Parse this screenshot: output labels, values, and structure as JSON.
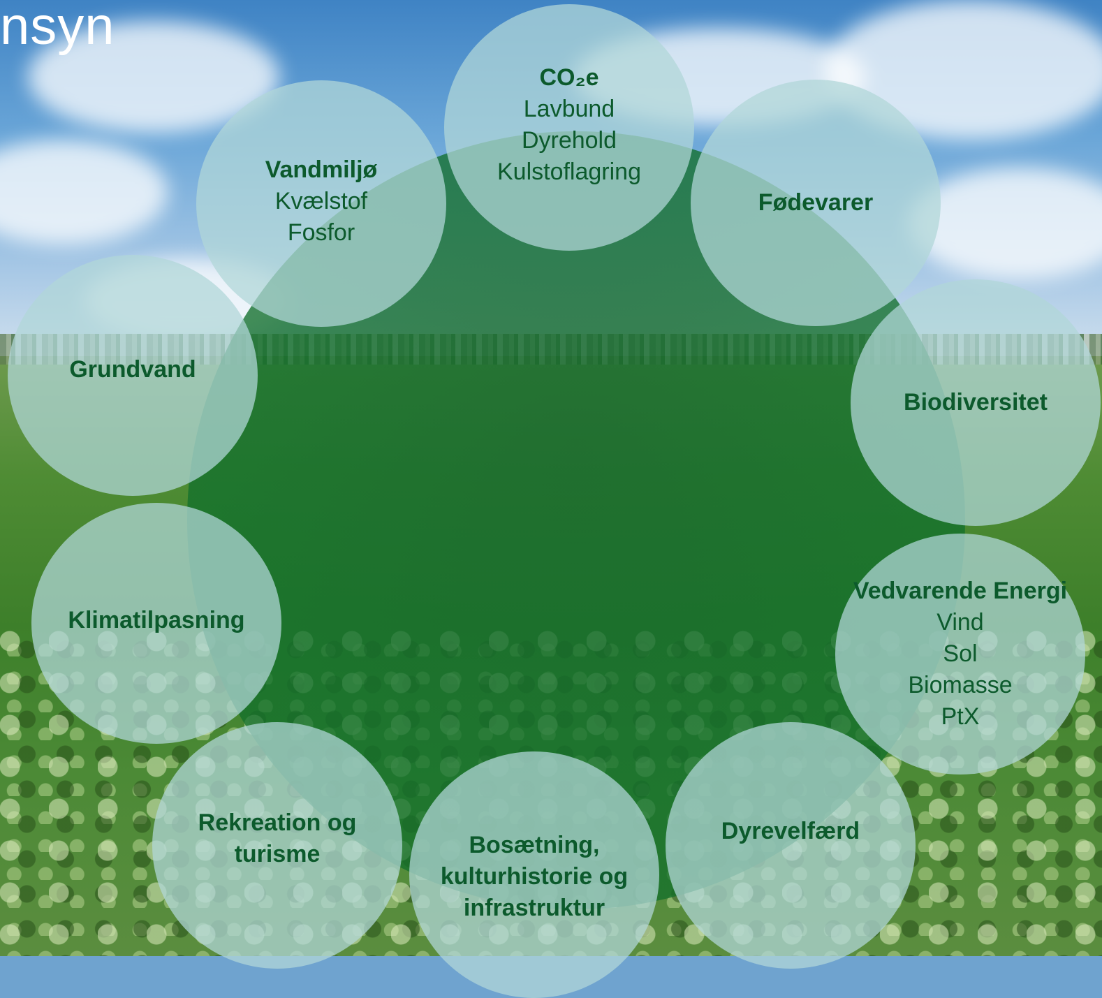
{
  "title_fragment": "nsyn",
  "diagram_data": {
    "type": "circular-themes",
    "bubbles": [
      {
        "head": "CO₂e",
        "subs": [
          "Lavbund",
          "Dyrehold",
          "Kulstoflagring"
        ]
      },
      {
        "head": "Fødevarer",
        "subs": []
      },
      {
        "head": "Biodiversitet",
        "subs": []
      },
      {
        "head": "Vedvarende Energi",
        "subs": [
          "Vind",
          "Sol",
          "Biomasse",
          "PtX"
        ]
      },
      {
        "head": "Dyrevelfærd",
        "subs": []
      },
      {
        "head": "Bosætning, kulturhistorie og infrastruktur",
        "subs": []
      },
      {
        "head": "Rekreation og turisme",
        "subs": []
      },
      {
        "head": "Klimatilpasning",
        "subs": []
      },
      {
        "head": "Grundvand",
        "subs": []
      },
      {
        "head": "Vandmiljø",
        "subs": [
          "Kvælstof",
          "Fosfor"
        ]
      }
    ]
  }
}
